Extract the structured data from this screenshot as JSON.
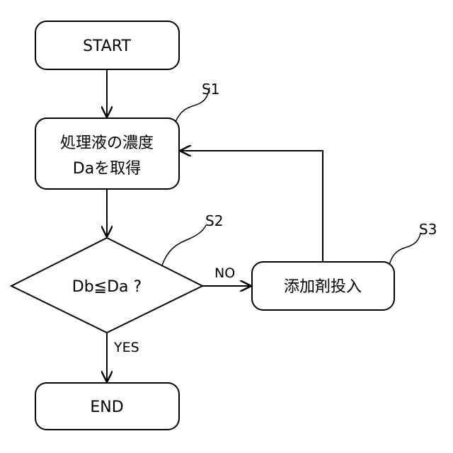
{
  "nodes": {
    "start": "START",
    "s1_line1": "処理液の濃度",
    "s1_line2": "Daを取得",
    "s2": "Db≦Da ?",
    "s3": "添加剤投入",
    "end": "END"
  },
  "step_labels": {
    "s1": "S1",
    "s2": "S2",
    "s3": "S3"
  },
  "edge_labels": {
    "no": "NO",
    "yes": "YES"
  }
}
